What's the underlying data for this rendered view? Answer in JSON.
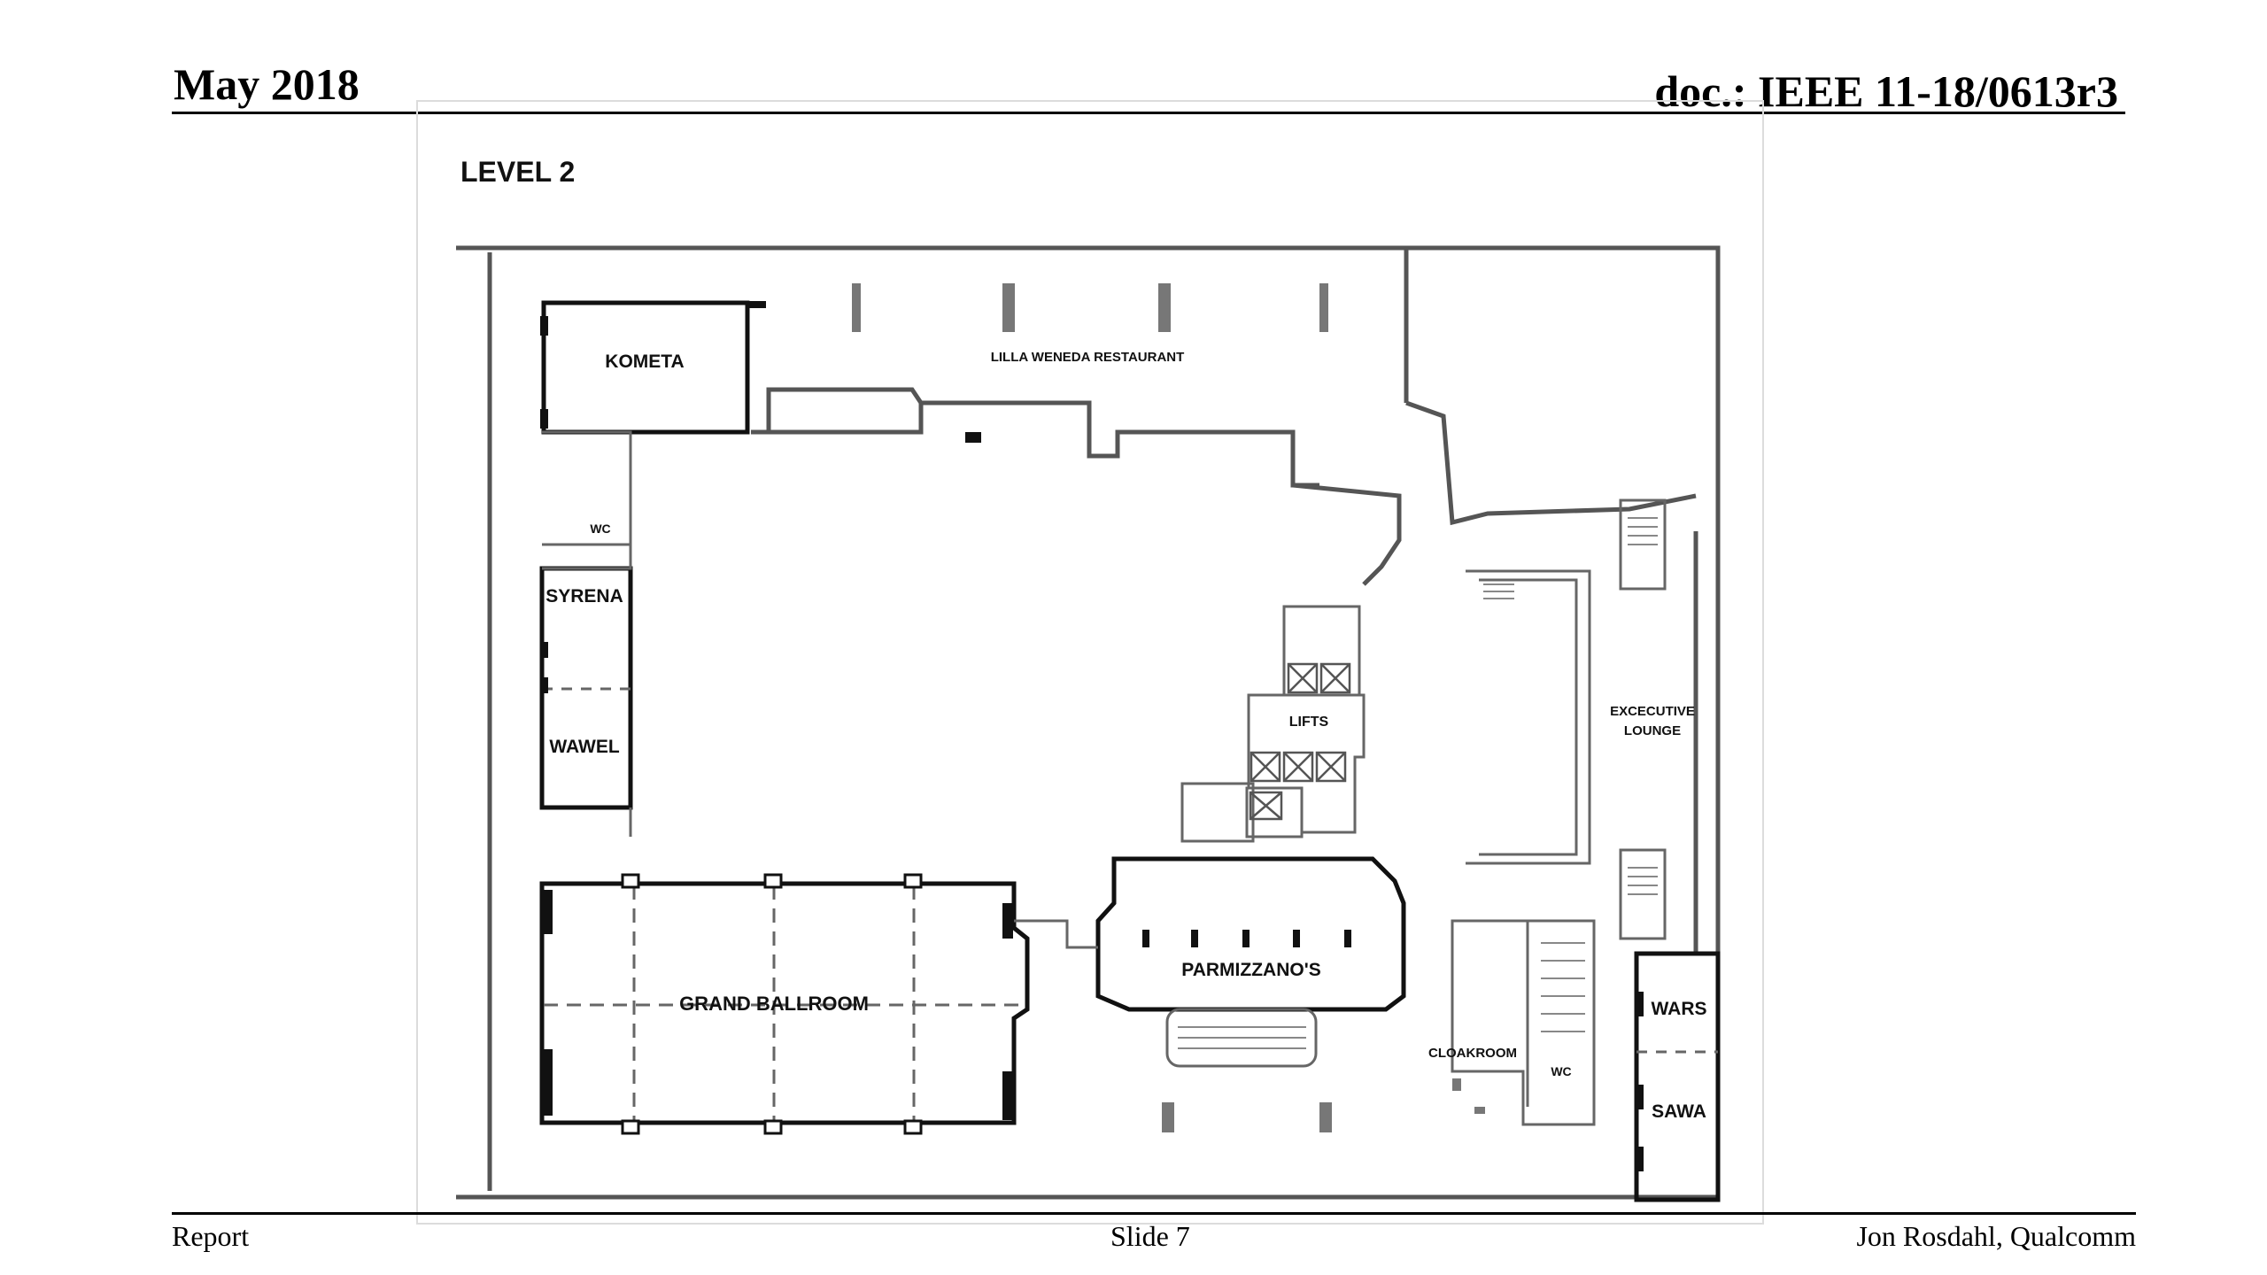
{
  "header": {
    "date": "May 2018",
    "doc": "doc.: IEEE 11-18/0613r3"
  },
  "footer": {
    "left": "Report",
    "center": "Slide 7",
    "right": "Jon Rosdahl, Qualcomm"
  },
  "floorplan": {
    "level": "LEVEL 2",
    "rooms": {
      "kometa": "KOMETA",
      "restaurant": "LILLA WENEDA RESTAURANT",
      "wc1": "WC",
      "syrena": "SYRENA",
      "wawel": "WAWEL",
      "lifts": "LIFTS",
      "lounge1": "EXCECUTIVE",
      "lounge2": "LOUNGE",
      "ballroom": "GRAND BALLROOM",
      "parmizzanos": "PARMIZZANO'S",
      "cloakroom": "CLOAKROOM",
      "wc2": "WC",
      "wars": "WARS",
      "sawa": "SAWA"
    }
  }
}
